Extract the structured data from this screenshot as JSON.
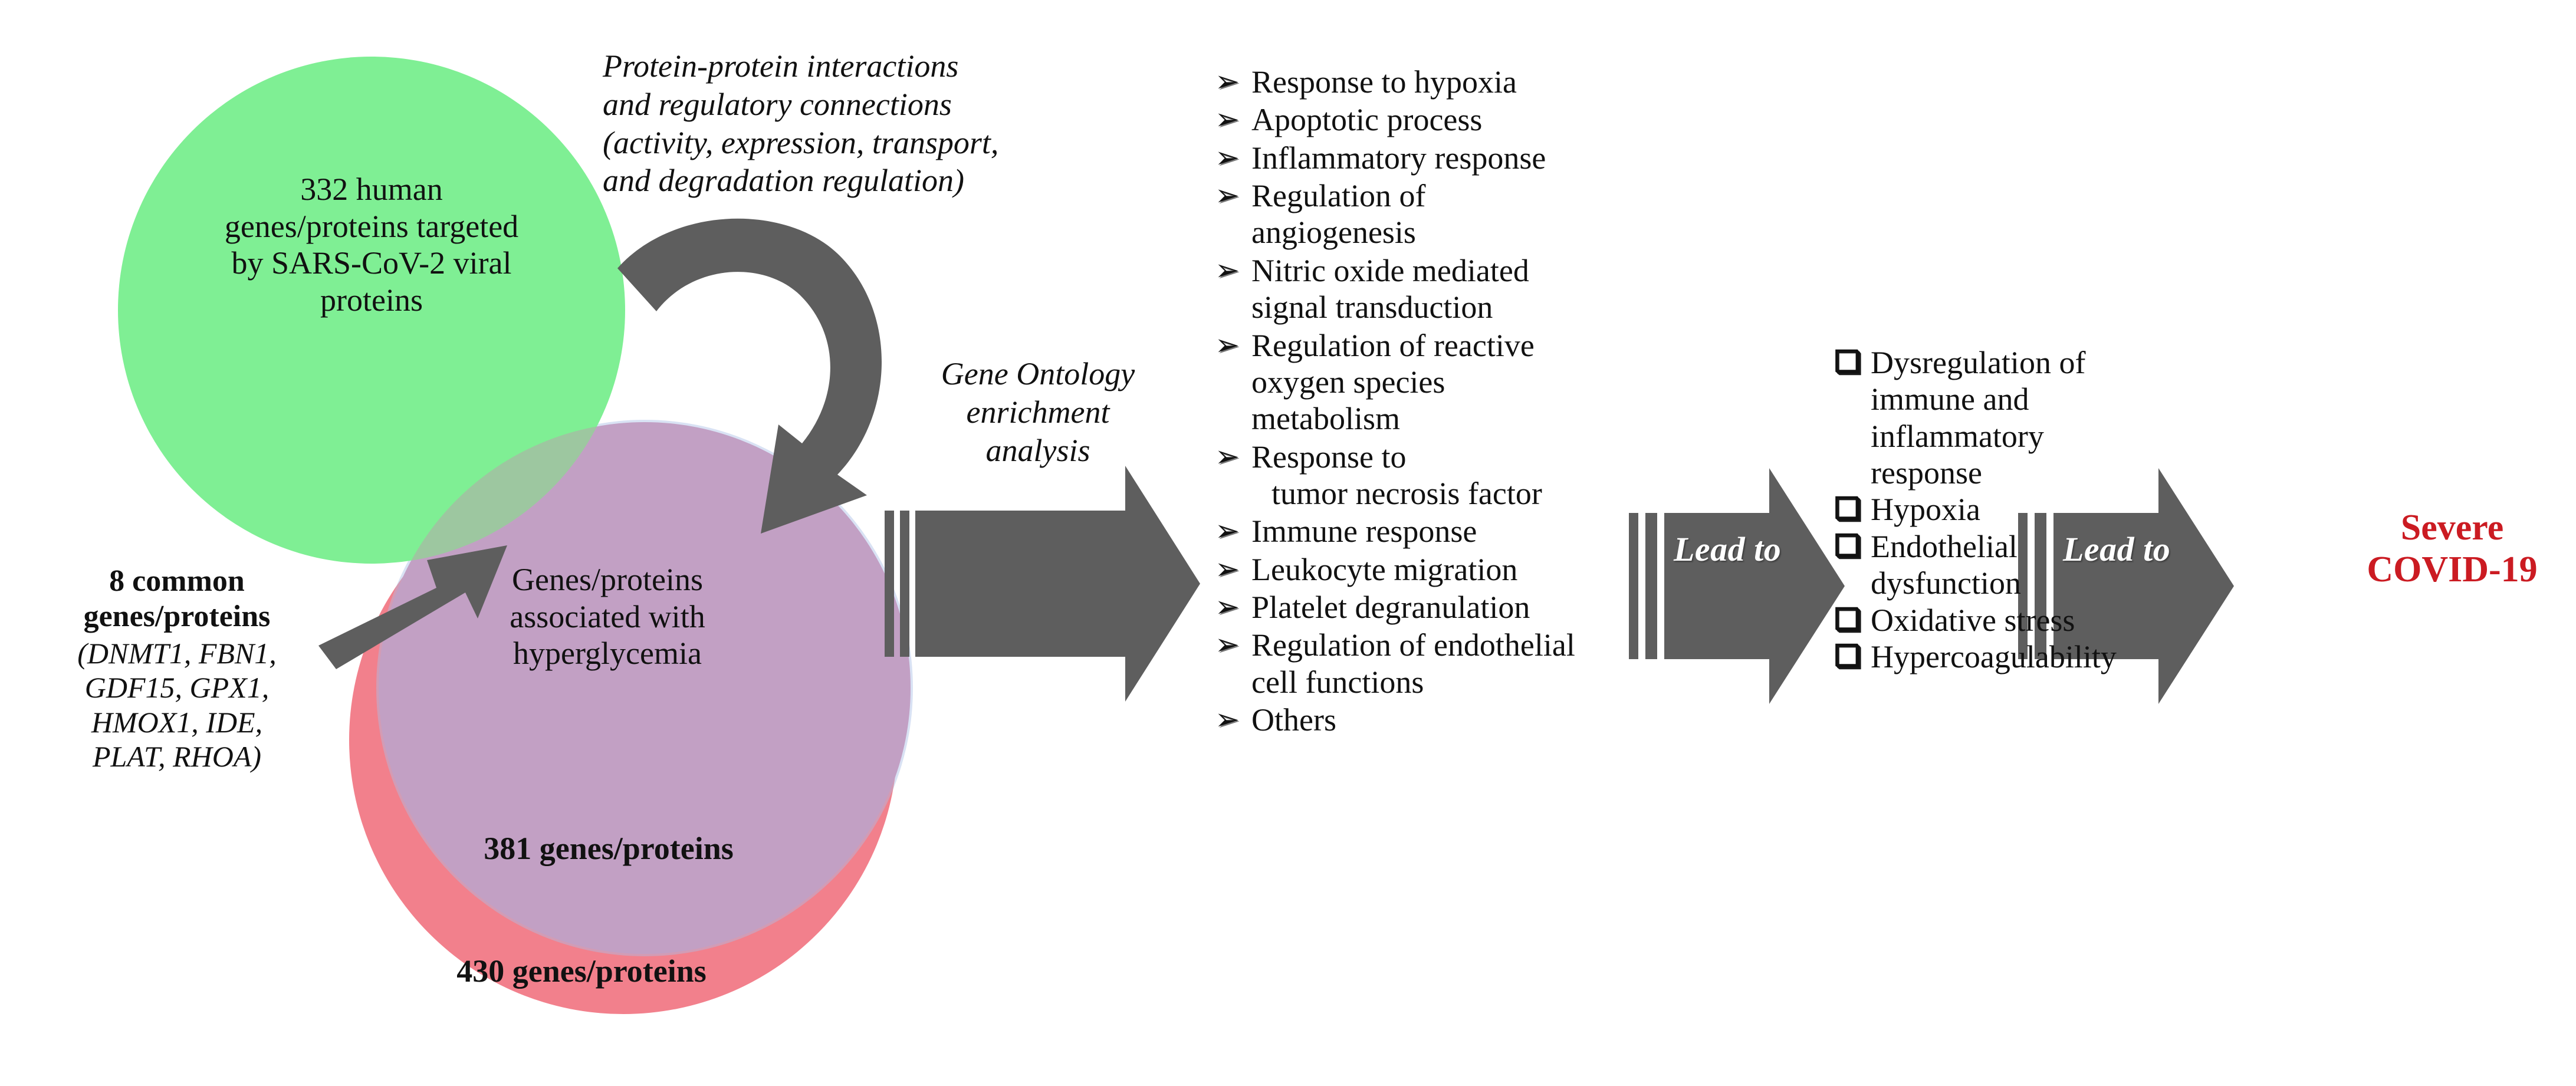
{
  "colors": {
    "green_circle": "#7FEF94",
    "purple_circle": "#C2A0C4",
    "pink_circle": "#F2808C",
    "overlap_lens": "#9FC4A0",
    "arrow_gray": "#5E5E5E",
    "outcome_red": "#CB1B22"
  },
  "venn": {
    "green_label": "332 human\ngenes/proteins targeted\nby SARS-CoV-2 viral\nproteins",
    "purple_label": "Genes/proteins\nassociated with\nhyperglycemia",
    "purple_count": "381 genes/proteins",
    "pink_count": "430 genes/proteins"
  },
  "common_genes": {
    "title": "8 common\ngenes/proteins",
    "list": "(DNMT1, FBN1,\nGDF15, GPX1,\nHMOX1, IDE,\nPLAT, RHOA)"
  },
  "captions": {
    "ppi": "Protein-protein interactions\nand regulatory connections\n(activity, expression, transport,\nand degradation regulation)",
    "go": "Gene Ontology\nenrichment\nanalysis"
  },
  "arrows": {
    "lead_to_1": "Lead to",
    "lead_to_2": "Lead to",
    "bullet_glyph": "➢",
    "checkbox_glyph": "❑"
  },
  "go_terms": [
    "Response to hypoxia",
    "Apoptotic process",
    "Inflammatory response",
    "Regulation of\nangiogenesis",
    "Nitric oxide mediated\nsignal transduction",
    "Regulation of reactive\noxygen species\nmetabolism",
    "Response to",
    "Immune response",
    "Leukocyte migration",
    "Platelet degranulation",
    "Regulation of endothelial\ncell functions",
    "Others"
  ],
  "go_term_7_indented": "tumor necrosis factor",
  "outcomes": [
    "Dysregulation of\nimmune and\ninflammatory\nresponse",
    "Hypoxia",
    "Endothelial\ndysfunction",
    "Oxidative stress",
    "Hypercoagulability"
  ],
  "final_outcome": "Severe\nCOVID-19"
}
